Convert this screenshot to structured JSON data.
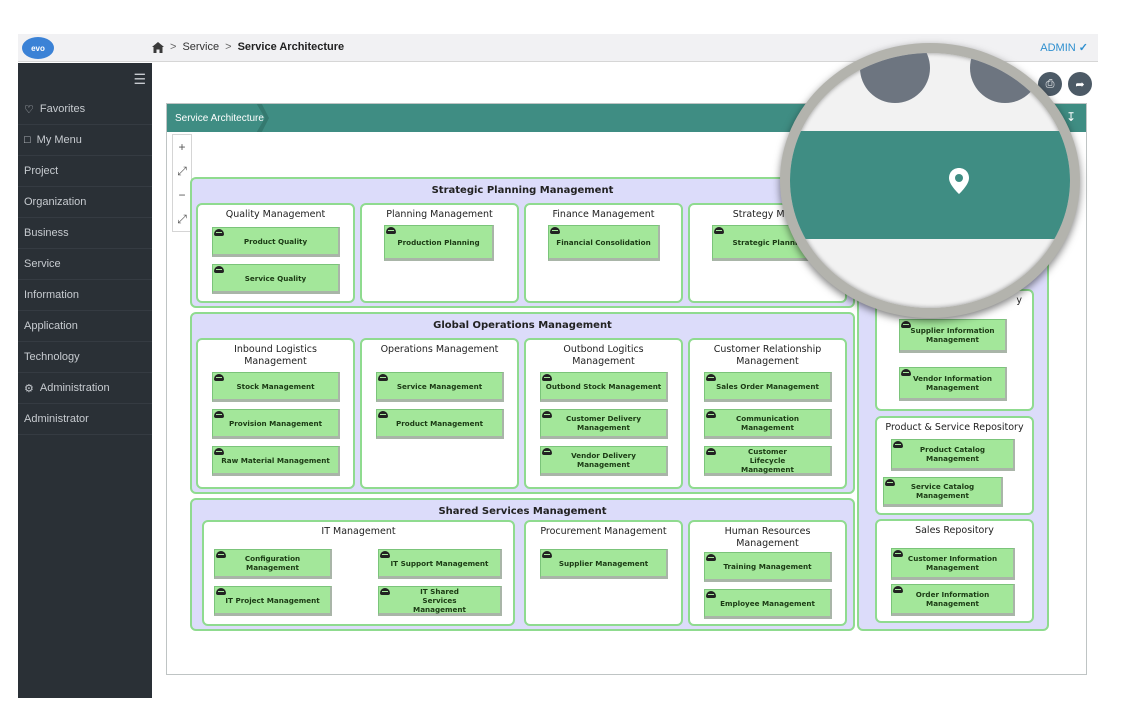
{
  "topbar": {
    "logo_text": "evo",
    "home_icon": "home-icon",
    "crumbs": [
      "Service",
      "Service Architecture"
    ],
    "user": "ADMIN"
  },
  "sidebar": {
    "items": [
      "Favorites",
      "My Menu",
      "Project",
      "Organization",
      "Business",
      "Service",
      "Information",
      "Application",
      "Technology",
      "Administration",
      "Administrator"
    ]
  },
  "panel": {
    "tab": "Service Architecture"
  },
  "groups": {
    "strategic": {
      "title": "Strategic Planning Management",
      "quality": {
        "title": "Quality Management",
        "items": [
          "Product Quality",
          "Service Quality"
        ]
      },
      "planning": {
        "title": "Planning Management",
        "items": [
          "Production Planning"
        ]
      },
      "finance": {
        "title": "Finance Management",
        "items": [
          "Financial Consolidation"
        ]
      },
      "strategy": {
        "title": "Strategy Mana",
        "items": [
          "Strategic Plannin"
        ]
      }
    },
    "global": {
      "title": "Global Operations Management",
      "inbound": {
        "title": "Inbound Logistics Management",
        "items": [
          "Stock Management",
          "Provision Management",
          "Raw Material Management"
        ]
      },
      "operations": {
        "title": "Operations Management",
        "items": [
          "Service Management",
          "Product Management"
        ]
      },
      "outbound": {
        "title": "Outbond Logitics Management",
        "items": [
          "Outbond Stock Management",
          "Customer Delivery Management",
          "Vendor Delivery Management"
        ]
      },
      "crm": {
        "title": "Customer Relationship Management",
        "items": [
          "Sales Order Management",
          "Communication Management",
          "Customer Lifecycle Management"
        ]
      }
    },
    "shared": {
      "title": "Shared Services Management",
      "it": {
        "title": "IT Management",
        "items": [
          "Configuration Management",
          "IT Support Management",
          "IT Project Management",
          "IT Shared Services Management"
        ]
      },
      "procurement": {
        "title": "Procurement Management",
        "items": [
          "Supplier Management"
        ]
      },
      "hr": {
        "title": "Human Resources Management",
        "items": [
          "Training Management",
          "Employee Management"
        ]
      }
    },
    "right": {
      "vendor": {
        "title": "y",
        "items": [
          "Supplier Information Management",
          "Vendor Information Management"
        ]
      },
      "product": {
        "title": "Product & Service Repository",
        "items": [
          "Product Catalog Management",
          "Service Catalog Management"
        ]
      },
      "sales": {
        "title": "Sales Repository",
        "items": [
          "Customer Information Management",
          "Order Information Management"
        ]
      }
    }
  },
  "colors": {
    "sidebar": "#2a3036",
    "accent": "#3f8d83",
    "group_bg": "#dcdcfa",
    "group_border": "#8fdb8f",
    "box": "#a3e79a",
    "link": "#2e8fcf"
  }
}
